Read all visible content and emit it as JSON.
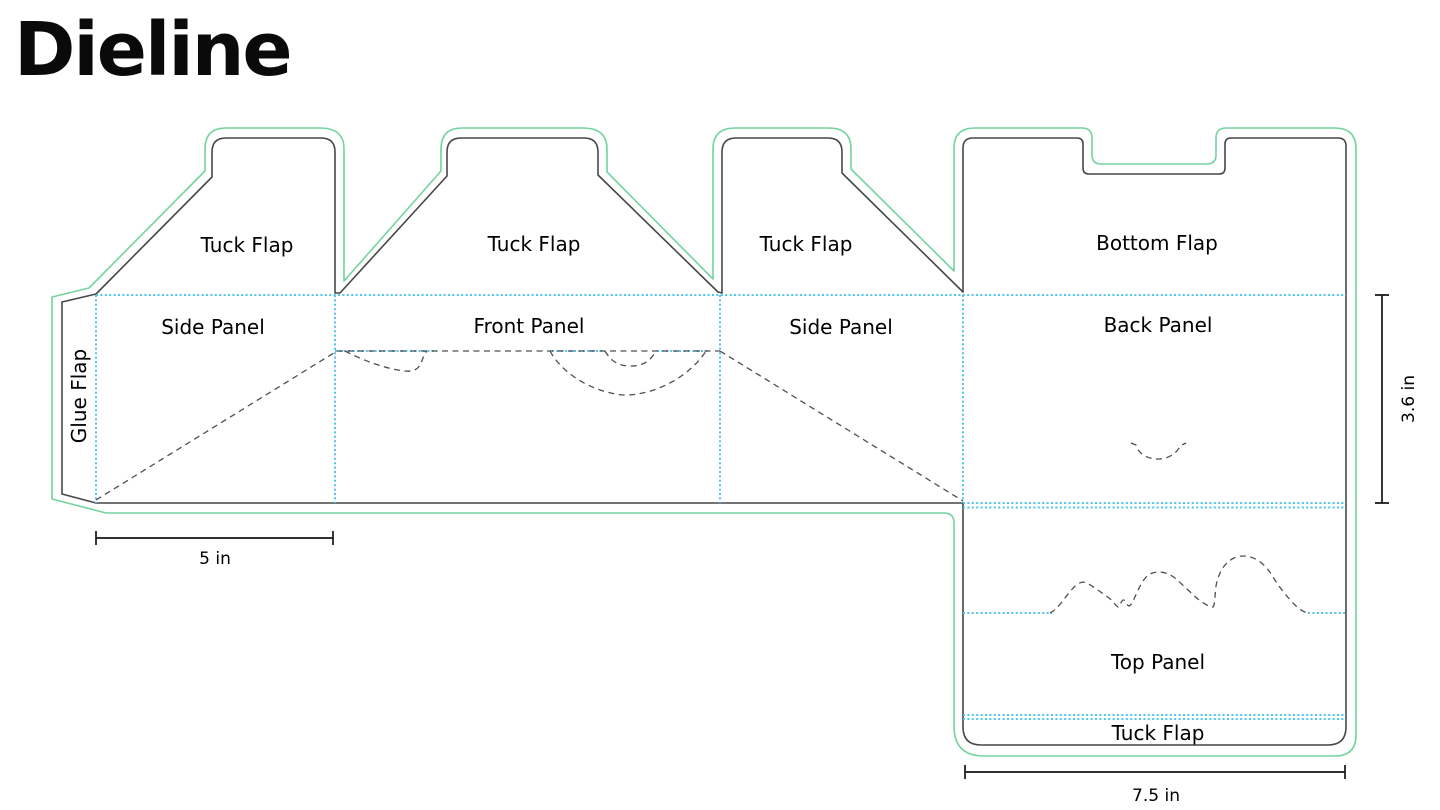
{
  "title": "Dieline",
  "labels": {
    "glue_flap": "Glue Flap",
    "tuck_flap_1": "Tuck Flap",
    "tuck_flap_2": "Tuck Flap",
    "tuck_flap_3": "Tuck Flap",
    "bottom_flap": "Bottom Flap",
    "side_panel_1": "Side Panel",
    "front_panel": "Front Panel",
    "side_panel_2": "Side Panel",
    "back_panel": "Back Panel",
    "top_panel": "Top Panel",
    "tuck_flap_bottom": "Tuck Flap"
  },
  "dimensions": {
    "side_panel_width": "5 in",
    "back_panel_height": "3.6 in",
    "bottom_section_width": "7.5 in"
  },
  "colors": {
    "cut_line": "#474747",
    "bleed_line": "#74d49f",
    "fold_line": "#4ec4f0",
    "crease_line": "#4f4f4f",
    "dimension_line": "#161616"
  }
}
